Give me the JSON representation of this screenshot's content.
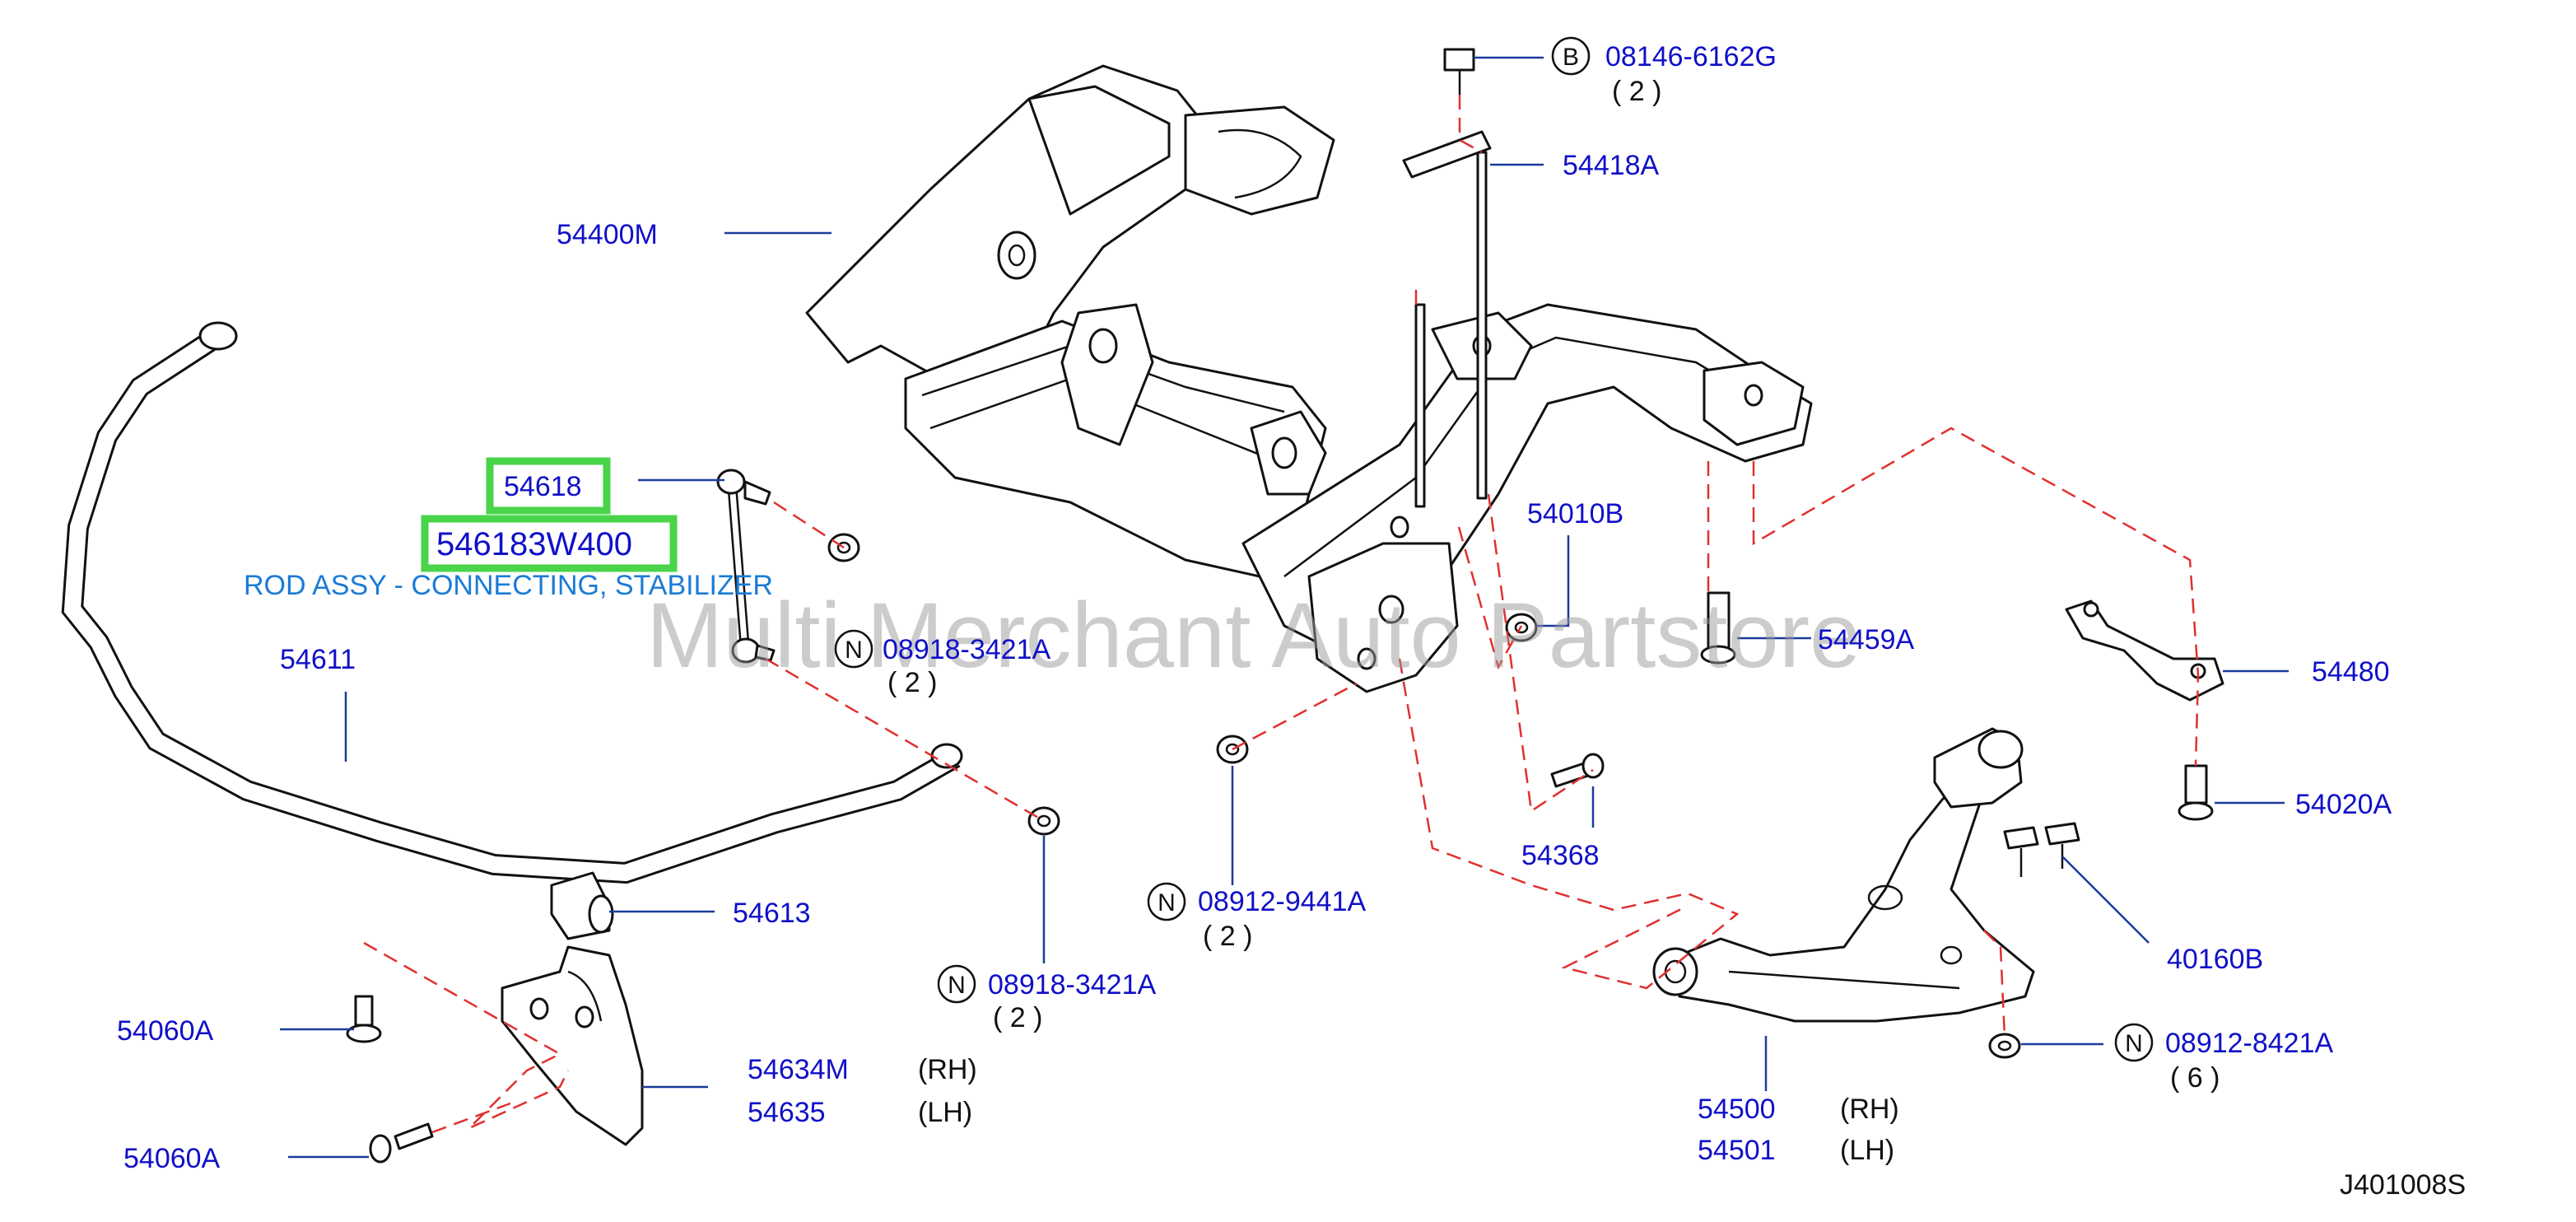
{
  "labels": {
    "p08146": "08146-6162G",
    "q08146": "( 2 )",
    "p54418A": "54418A",
    "p54400M": "54400M",
    "p54618": "54618",
    "p546183W400": "546183W400",
    "rod_desc": "ROD ASSY - CONNECTING, STABILIZER",
    "p54010B": "54010B",
    "p54459A": "54459A",
    "p54480": "54480",
    "p54611": "54611",
    "p08918a": "08918-3421A",
    "q08918a": "( 2 )",
    "p54368": "54368",
    "p54020A": "54020A",
    "p08912_9441A": "08912-9441A",
    "q08912_9441A": "( 2 )",
    "p40160B": "40160B",
    "p54613": "54613",
    "p08918b": "08918-3421A",
    "q08918b": "( 2 )",
    "p54060A_top": "54060A",
    "p08912_8421A": "08912-8421A",
    "q08912_8421A": "( 6 )",
    "p54634M": "54634M",
    "rh1": "(RH)",
    "p54635": "54635",
    "lh1": "(LH)",
    "p54500": "54500",
    "rh2": "(RH)",
    "p54501": "54501",
    "lh2": "(LH)",
    "p54060A_bottom": "54060A",
    "diagram_code": "J401008S",
    "circle_B": "B",
    "circle_N1": "N",
    "circle_N2": "N",
    "circle_N3": "N",
    "circle_N4": "N"
  },
  "watermark": "Multi Merchant Auto Partstore",
  "colors": {
    "part_number": "#1010c8",
    "description": "#1a7bd6",
    "leader": "#1a3c9c",
    "dashed": "#e03030",
    "highlight": "#49d449",
    "watermark": "#9a9a9a"
  }
}
